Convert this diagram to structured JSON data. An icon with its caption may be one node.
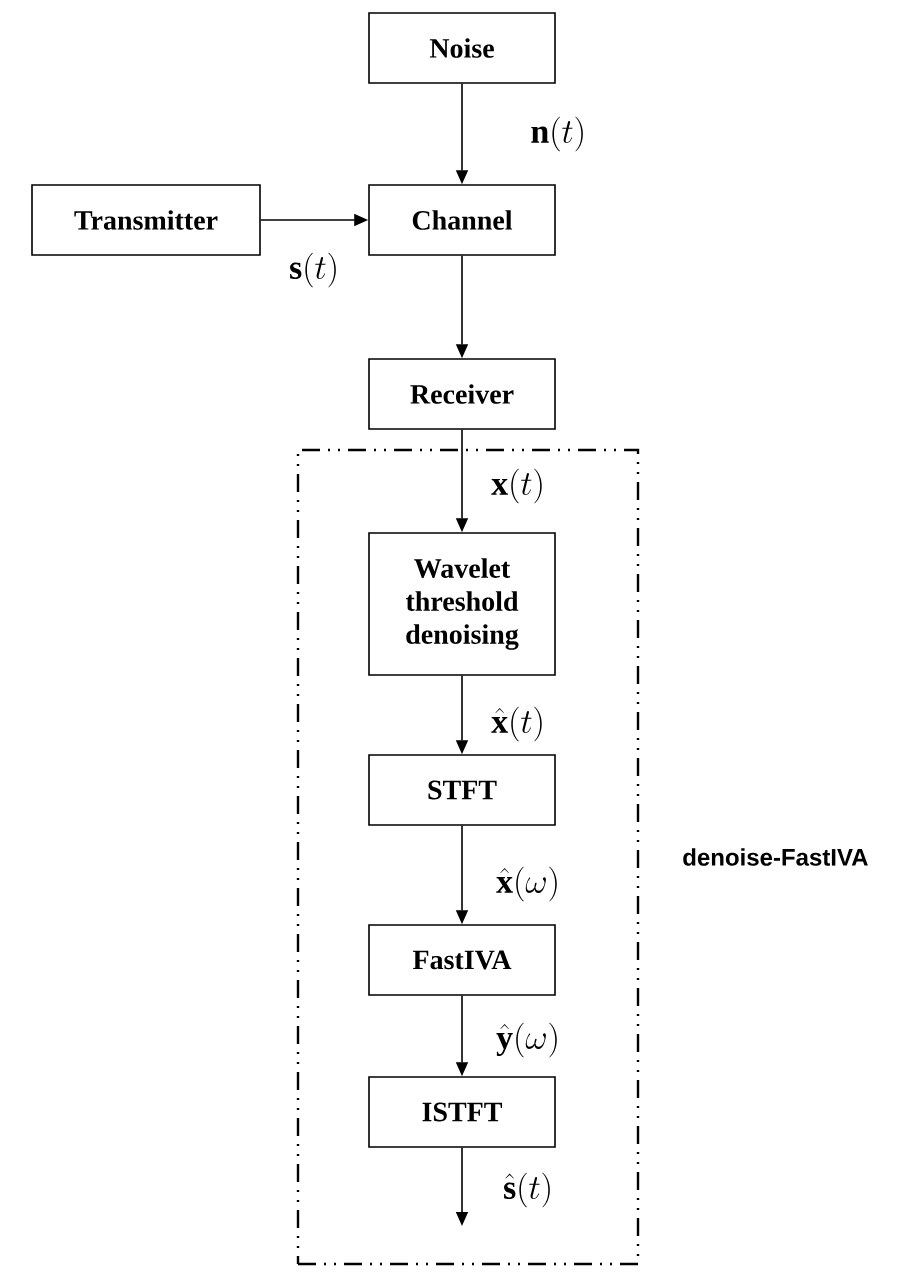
{
  "diagram": {
    "nodes": [
      {
        "text": [
          "Noise"
        ]
      },
      {
        "text": [
          "Transmitter"
        ]
      },
      {
        "text": [
          "Channel"
        ]
      },
      {
        "text": [
          "Receiver"
        ]
      },
      {
        "text": [
          "denoise-FastIVA"
        ]
      },
      {
        "text": [
          "Wavelet threshold denoising"
        ],
        "in": 4
      },
      {
        "text": [
          "STFT"
        ],
        "in": 4
      },
      {
        "text": [
          "FastIVA"
        ],
        "in": 4
      },
      {
        "text": [
          "ISTFT"
        ],
        "in": 4
      }
    ],
    "edges": [
      {
        "from": 0,
        "to": 2,
        "arrow": "to",
        "label": "\\mathbf{n}(t)"
      },
      {
        "from": 1,
        "to": 2,
        "arrow": "to",
        "label": "\\mathbf{s}(t)"
      },
      {
        "from": 2,
        "to": 3,
        "arrow": "to"
      },
      {
        "from": 3,
        "to": 5,
        "arrow": "to",
        "label": "\\mathbf{x}(t)"
      },
      {
        "from": 5,
        "to": 6,
        "arrow": "to",
        "label": "\\hat{\\mathbf{x}}(t)"
      },
      {
        "from": 6,
        "to": 7,
        "arrow": "to",
        "label": "\\hat{\\mathbf{x}}(\\omega)"
      },
      {
        "from": 7,
        "to": 8,
        "arrow": "to",
        "label": "\\hat{\\mathbf{y}}(\\omega)"
      },
      {
        "from": 8,
        "to": null,
        "arrow": "to",
        "label": "\\hat{\\mathbf{s}}(t)"
      }
    ]
  }
}
